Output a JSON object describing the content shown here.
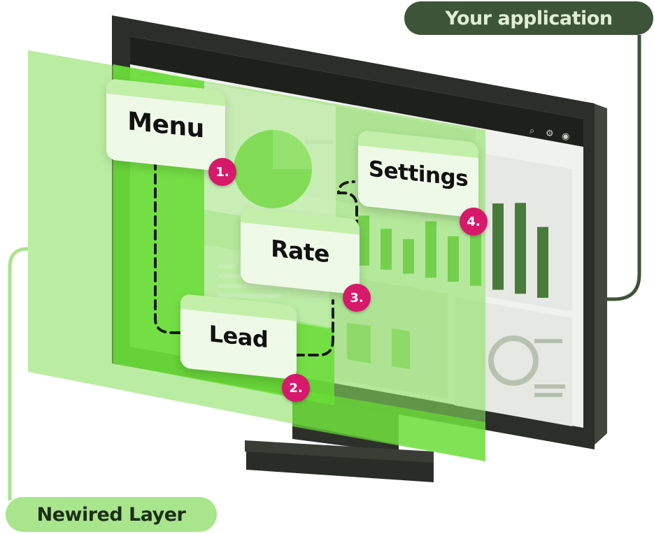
{
  "labels": {
    "application": "Your application",
    "layer": "Newired Layer"
  },
  "steps": [
    {
      "label": "Menu",
      "number": "1."
    },
    {
      "label": "Lead",
      "number": "2."
    },
    {
      "label": "Rate",
      "number": "3."
    },
    {
      "label": "Settings",
      "number": "4."
    }
  ],
  "toolbar_icons": [
    "search-icon",
    "gear-icon",
    "user-icon"
  ],
  "colors": {
    "layer_green": "#69dd36",
    "layer_light": "#b6ec9c",
    "monitor_dark": "#2b2e29",
    "app_pill": "#3e5438",
    "layer_pill": "#a9e58c",
    "badge": "#d7196b",
    "card_bg": "#eff9e8",
    "bar_dark": "#4a7a3c"
  },
  "bars": [
    0.55,
    0.45,
    0.38,
    0.62,
    0.5,
    0.8,
    0.95,
    1.0,
    0.78
  ]
}
